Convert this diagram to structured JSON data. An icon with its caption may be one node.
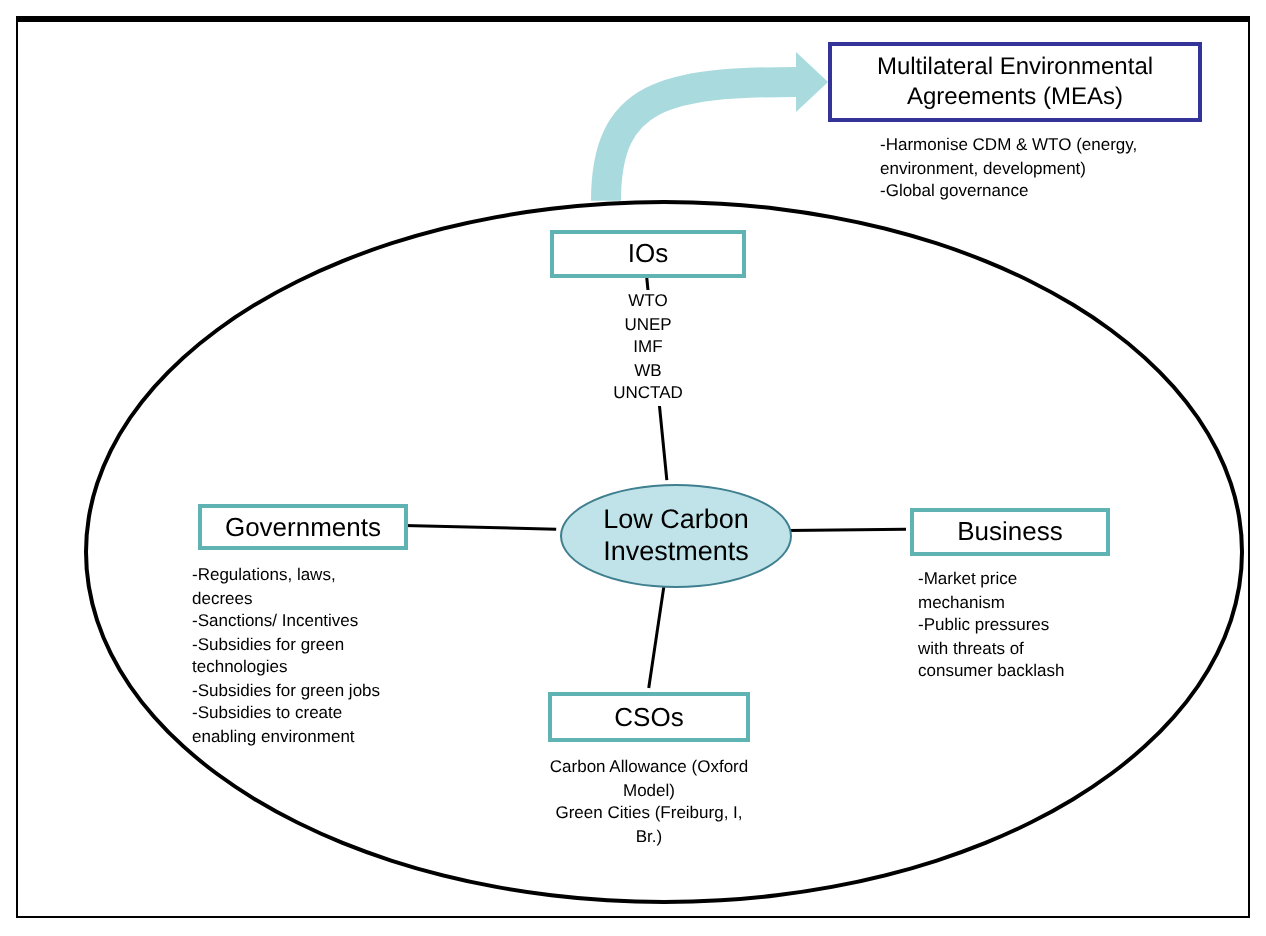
{
  "diagram": {
    "nodes": [
      {
        "text": [
          "Multilateral Environmental Agreements (MEAs)"
        ],
        "beside": [
          "-Harmonise CDM & WTO (energy, environment, development)",
          "-Global governance"
        ]
      },
      {
        "text": [],
        "shape": "ellipse"
      },
      {
        "text": [
          "IOs"
        ],
        "in": 1,
        "beside": [
          "WTO",
          "UNEP",
          "IMF",
          "WB",
          "UNCTAD"
        ]
      },
      {
        "text": [
          "Governments"
        ],
        "in": 1,
        "beside": [
          "-Regulations, laws, decrees",
          "-Sanctions/ Incentives",
          "-Subsidies for green technologies",
          "-Subsidies for green jobs",
          "-Subsidies to create enabling environment"
        ]
      },
      {
        "text": [
          "Low Carbon Investments"
        ],
        "in": 1
      },
      {
        "text": [
          "Business"
        ],
        "in": 1,
        "beside": [
          "-Market price mechanism",
          "-Public pressures with threats of consumer backlash"
        ]
      },
      {
        "text": [
          "CSOs"
        ],
        "in": 1,
        "beside": [
          "Carbon Allowance (Oxford Model)",
          "Green Cities (Freiburg, I, Br.)"
        ]
      }
    ],
    "edges": [
      {
        "from": 1,
        "to": 0,
        "arrow": "to",
        "style": "thick",
        "color": "#a8dade"
      },
      {
        "from": 4,
        "to": 2,
        "arrow": "none"
      },
      {
        "from": 4,
        "to": 3,
        "arrow": "none"
      },
      {
        "from": 4,
        "to": 5,
        "arrow": "none"
      },
      {
        "from": 4,
        "to": 6,
        "arrow": "none"
      }
    ]
  }
}
